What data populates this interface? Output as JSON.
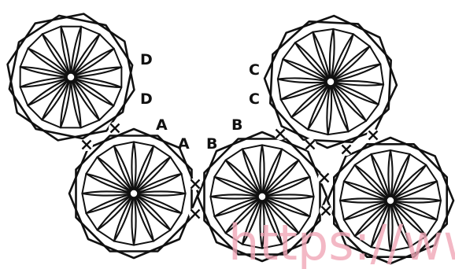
{
  "colors": {
    "ink": "#111111",
    "background": "#ffffff",
    "watermark": "#f0a6b6"
  },
  "joint_labels": {
    "d_top": "D",
    "d_bottom": "D",
    "c_top": "C",
    "c_bottom": "C",
    "a_upper": "A",
    "a_lower": "A",
    "b_left": "B",
    "b_upper": "B"
  },
  "watermark": "https://www."
}
